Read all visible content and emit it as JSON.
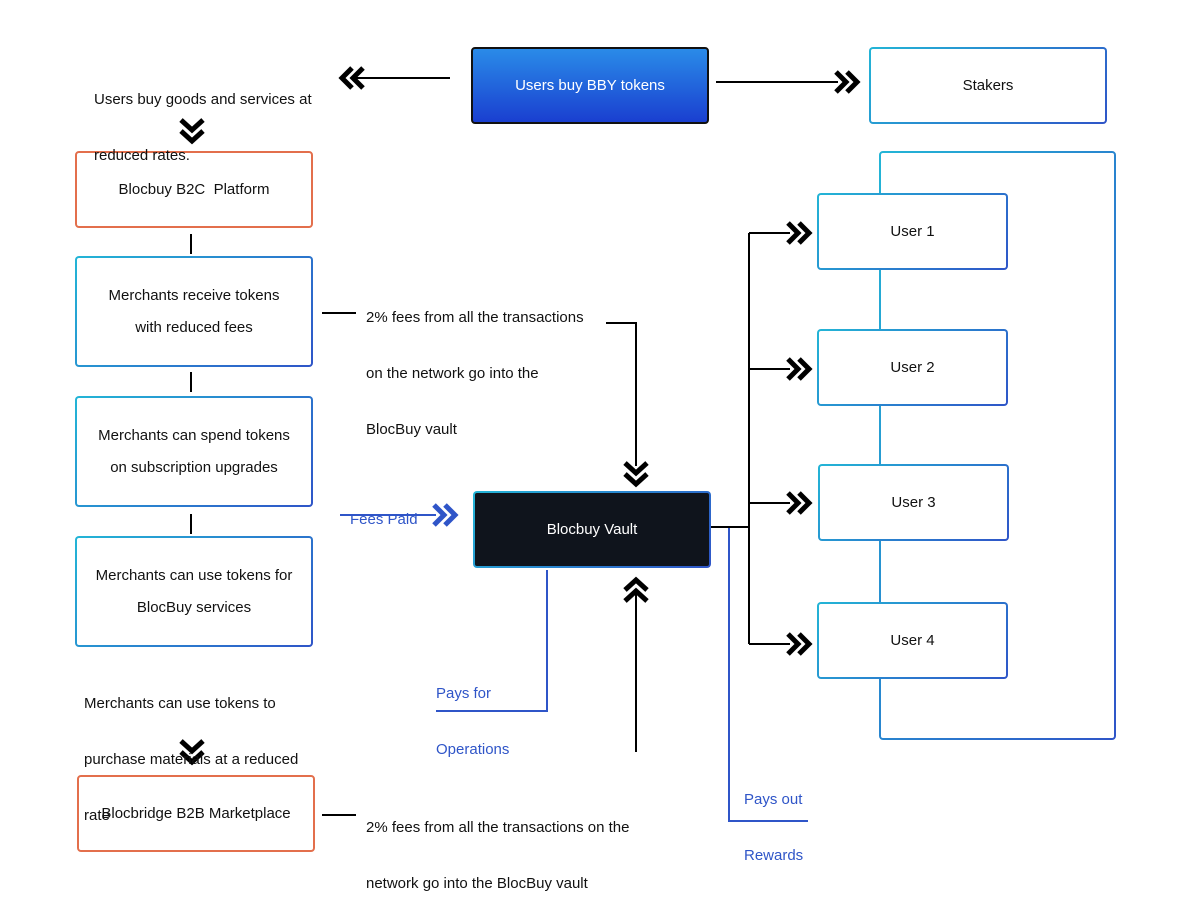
{
  "nodes": {
    "users_buy_tokens": "Users buy BBY tokens",
    "stakers": "Stakers",
    "b2c_platform": "Blocbuy B2C  Platform",
    "merchants_receive": [
      "Merchants receive tokens",
      "with reduced fees"
    ],
    "merchants_spend": [
      "Merchants can spend tokens",
      "on subscription upgrades"
    ],
    "merchants_use": [
      "Merchants can use tokens for",
      "BlocBuy services"
    ],
    "b2b_marketplace": "Blocbridge B2B Marketplace",
    "vault": "Blocbuy Vault",
    "user1": "User 1",
    "user2": "User 2",
    "user3": "User 3",
    "user4": "User 4"
  },
  "labels": {
    "users_buy_goods": [
      "Users buy goods and services at",
      "reduced rates."
    ],
    "fees_top": [
      "2% fees from all the transactions",
      "on the network go into the",
      "BlocBuy vault"
    ],
    "fees_paid": "Fees Paid",
    "pays_operations": [
      "Pays for",
      "Operations"
    ],
    "merchants_purchase": [
      "Merchants can use tokens to",
      "purchase materials at a reduced",
      "rate"
    ],
    "fees_bottom": [
      "2% fees from all the transactions on the",
      "network go into the BlocBuy vault"
    ],
    "pays_rewards": [
      "Pays out",
      "Rewards"
    ]
  },
  "colors": {
    "orange_border": "#e36f4c",
    "accent_blue": "#2f55c8",
    "cyan": "#23b5d6",
    "vault_fill": "#0f141c",
    "arrow": "#000000"
  }
}
